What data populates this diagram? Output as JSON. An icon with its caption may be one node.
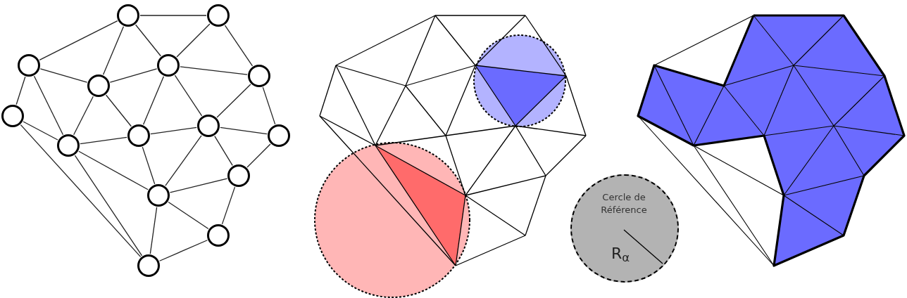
{
  "diagram": {
    "nodes": [
      {
        "text": [],
        "shape": "circle"
      },
      {
        "text": [],
        "shape": "circle"
      },
      {
        "text": [],
        "shape": "circle"
      },
      {
        "text": [],
        "shape": "circle"
      },
      {
        "text": [],
        "shape": "circle"
      },
      {
        "text": [],
        "shape": "circle"
      },
      {
        "text": [],
        "shape": "circle"
      },
      {
        "text": [],
        "shape": "circle"
      },
      {
        "text": [],
        "shape": "circle"
      },
      {
        "text": [],
        "shape": "circle"
      },
      {
        "text": [],
        "shape": "circle"
      },
      {
        "text": [],
        "shape": "circle"
      },
      {
        "text": [],
        "shape": "circle"
      },
      {
        "text": [],
        "shape": "circle"
      },
      {
        "text": [],
        "shape": "circle"
      },
      {
        "text": [
          "Cercle de Référence",
          "R$_{α}$"
        ]
      }
    ],
    "edges": [
      {
        "from": 0,
        "to": 1,
        "arrow": "none"
      },
      {
        "from": 0,
        "to": 2,
        "arrow": "none"
      },
      {
        "from": 0,
        "to": 5,
        "arrow": "none"
      },
      {
        "from": 0,
        "to": 3,
        "arrow": "none"
      },
      {
        "from": 1,
        "to": 3,
        "arrow": "none"
      },
      {
        "from": 1,
        "to": 4,
        "arrow": "none"
      },
      {
        "from": 2,
        "to": 5,
        "arrow": "none"
      },
      {
        "from": 2,
        "to": 6,
        "arrow": "none"
      },
      {
        "from": 2,
        "to": 10,
        "arrow": "none"
      },
      {
        "from": 5,
        "to": 3,
        "arrow": "none"
      },
      {
        "from": 5,
        "to": 10,
        "arrow": "none"
      },
      {
        "from": 5,
        "to": 7,
        "arrow": "none"
      },
      {
        "from": 3,
        "to": 4,
        "arrow": "none"
      },
      {
        "from": 3,
        "to": 7,
        "arrow": "none"
      },
      {
        "from": 3,
        "to": 8,
        "arrow": "none"
      },
      {
        "from": 4,
        "to": 8,
        "arrow": "none"
      },
      {
        "from": 4,
        "to": 9,
        "arrow": "none"
      },
      {
        "from": 6,
        "to": 10,
        "arrow": "none"
      },
      {
        "from": 6,
        "to": 14,
        "arrow": "none"
      },
      {
        "from": 10,
        "to": 7,
        "arrow": "none"
      },
      {
        "from": 10,
        "to": 12,
        "arrow": "none"
      },
      {
        "from": 10,
        "to": 14,
        "arrow": "none"
      },
      {
        "from": 7,
        "to": 8,
        "arrow": "none"
      },
      {
        "from": 7,
        "to": 12,
        "arrow": "none"
      },
      {
        "from": 8,
        "to": 9,
        "arrow": "none"
      },
      {
        "from": 8,
        "to": 12,
        "arrow": "none"
      },
      {
        "from": 8,
        "to": 11,
        "arrow": "none"
      },
      {
        "from": 9,
        "to": 11,
        "arrow": "none"
      },
      {
        "from": 11,
        "to": 12,
        "arrow": "none"
      },
      {
        "from": 11,
        "to": 13,
        "arrow": "none"
      },
      {
        "from": 12,
        "to": 13,
        "arrow": "none"
      },
      {
        "from": 12,
        "to": 14,
        "arrow": "none"
      },
      {
        "from": 13,
        "to": 14,
        "arrow": "none"
      }
    ]
  }
}
